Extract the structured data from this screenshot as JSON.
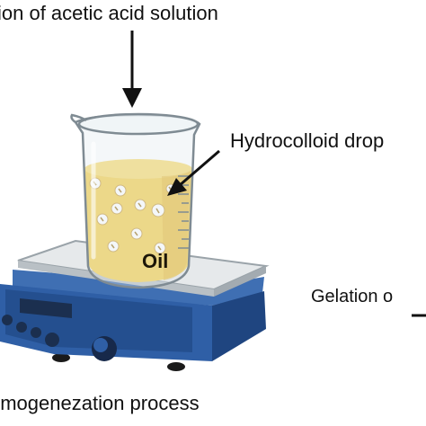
{
  "labels": {
    "top": "ition of acetic acid solution",
    "droplet": "Hydrocolloid drop",
    "oil": "Oil",
    "gelation": "Gelation o",
    "bottom": "omogenezation process"
  },
  "colors": {
    "oil": "#f3cf54",
    "oil_dark": "#e2b63a",
    "glass": "#dfe8ee",
    "plate": "#d6dadd",
    "stirrer_body": "#2d5c9e",
    "stirrer_dark": "#1d3e6e",
    "arrow": "#111111"
  },
  "icons": {
    "beaker": "beaker-icon",
    "stirrer": "magnetic-stirrer-icon"
  }
}
